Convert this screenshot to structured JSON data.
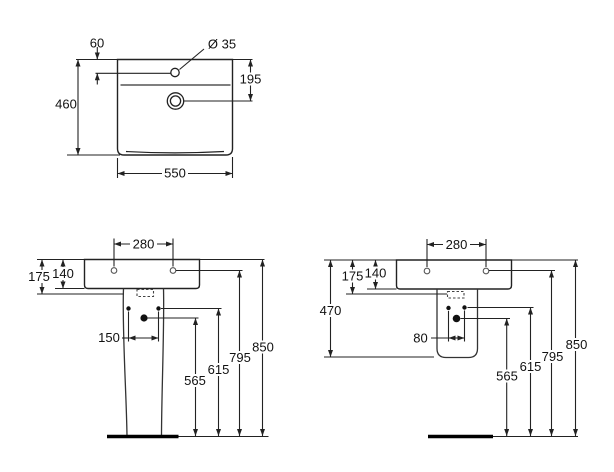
{
  "views": {
    "top": {
      "dims": {
        "tap_hole_offset": "60",
        "tap_hole_diameter": "Ø 35",
        "drain_offset": "195",
        "depth": "460",
        "width": "550"
      }
    },
    "front_pedestal": {
      "dims": {
        "tap_hole_spacing": "280",
        "rim_depth_total": "175",
        "rim_depth_front": "140",
        "pedestal_fixing_spacing": "150",
        "trap_height": "565",
        "supply_height": "615",
        "fixing_hole_height": "795",
        "rim_height": "850"
      }
    },
    "front_semi_pedestal": {
      "dims": {
        "tap_hole_spacing": "280",
        "rim_depth_total": "175",
        "rim_depth_front": "140",
        "bracket_spacing": "80",
        "semi_pedestal_height": "470",
        "trap_height": "565",
        "supply_height": "615",
        "fixing_hole_height": "795",
        "rim_height": "850"
      }
    }
  }
}
